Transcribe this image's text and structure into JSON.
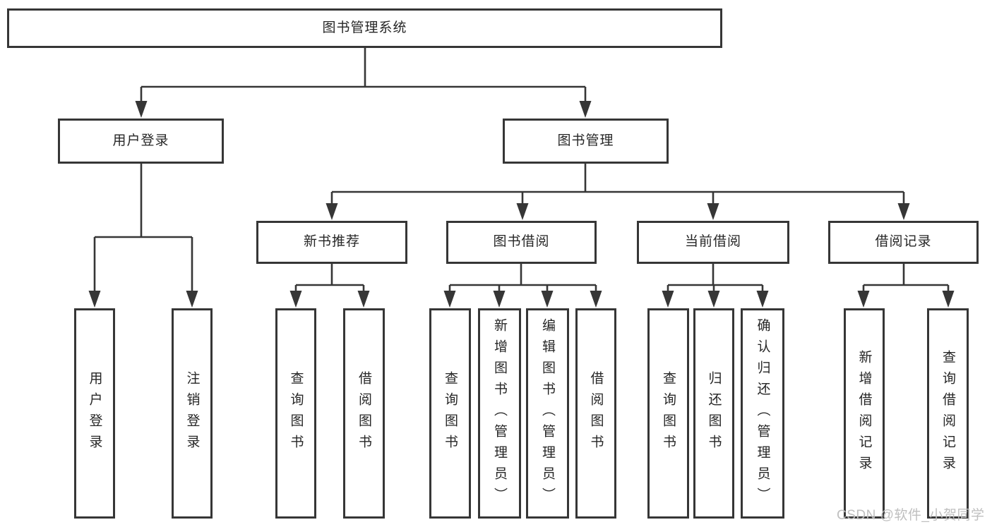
{
  "diagram": {
    "tree": {
      "root": {
        "label": "图书管理系统",
        "children": [
          {
            "label": "用户登录",
            "children": [
              {
                "label": "用户登录"
              },
              {
                "label": "注销登录"
              }
            ]
          },
          {
            "label": "图书管理",
            "children": [
              {
                "label": "新书推荐",
                "children": [
                  {
                    "label": "查询图书"
                  },
                  {
                    "label": "借阅图书"
                  }
                ]
              },
              {
                "label": "图书借阅",
                "children": [
                  {
                    "label": "查询图书"
                  },
                  {
                    "label": "新增图书（管理员）"
                  },
                  {
                    "label": "编辑图书（管理员）"
                  },
                  {
                    "label": "借阅图书"
                  }
                ]
              },
              {
                "label": "当前借阅",
                "children": [
                  {
                    "label": "查询图书"
                  },
                  {
                    "label": "归还图书"
                  },
                  {
                    "label": "确认归还（管理员）"
                  }
                ]
              },
              {
                "label": "借阅记录",
                "children": [
                  {
                    "label": "新增借阅记录"
                  },
                  {
                    "label": "查询借阅记录"
                  }
                ]
              }
            ]
          }
        ]
      }
    }
  },
  "watermark": {
    "text": "CSDN @软件_小贺同学"
  },
  "colors": {
    "line": "#363636",
    "text": "#262626",
    "watermark": "#bfbfbf",
    "background": "#ffffff"
  }
}
